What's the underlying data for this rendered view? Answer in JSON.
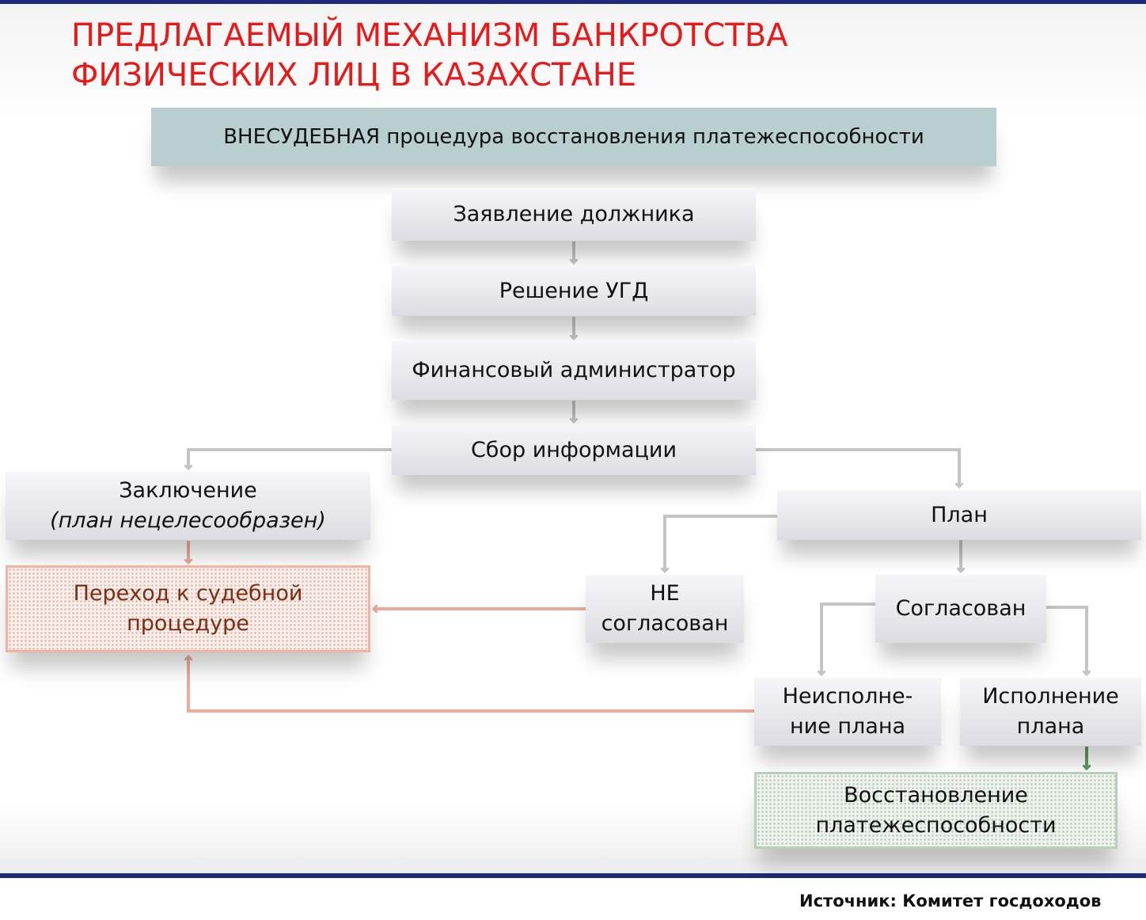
{
  "title": {
    "line1": "ПРЕДЛАГАЕМЫЙ МЕХАНИЗМ БАНКРОТСТВА",
    "line2": "ФИЗИЧЕСКИХ ЛИЦ В КАЗАХСТАНЕ"
  },
  "banner": "ВНЕСУДЕБНАЯ процедура восстановления платежеспособности",
  "nodes": {
    "application": "Заявление должника",
    "decision": "Решение УГД",
    "administrator": "Финансовый администратор",
    "info_collection": "Сбор информации",
    "conclusion": {
      "line1": "Заключение",
      "line2": "(план нецелесообразен)"
    },
    "plan": "План",
    "not_agreed": {
      "line1": "НЕ",
      "line2": "согласован"
    },
    "agreed": "Согласован",
    "court_transition": {
      "line1": "Переход к судебной",
      "line2": "процедуре"
    },
    "non_fulfillment": {
      "line1": "Неисполне-",
      "line2": "ние плана"
    },
    "fulfillment": {
      "line1": "Исполнение",
      "line2": "плана"
    },
    "recovery": {
      "line1": "Восстановление",
      "line2": "платежеспособности"
    }
  },
  "colors": {
    "title": "#e61a1a",
    "rule": "#1b2a7a",
    "connector_gray": "#c4c4c4",
    "connector_red": "#ecab9c",
    "connector_green": "#5f9a5f",
    "banner_fill": "#b9cfcf"
  },
  "source": "Источник: Комитет госдоходов"
}
